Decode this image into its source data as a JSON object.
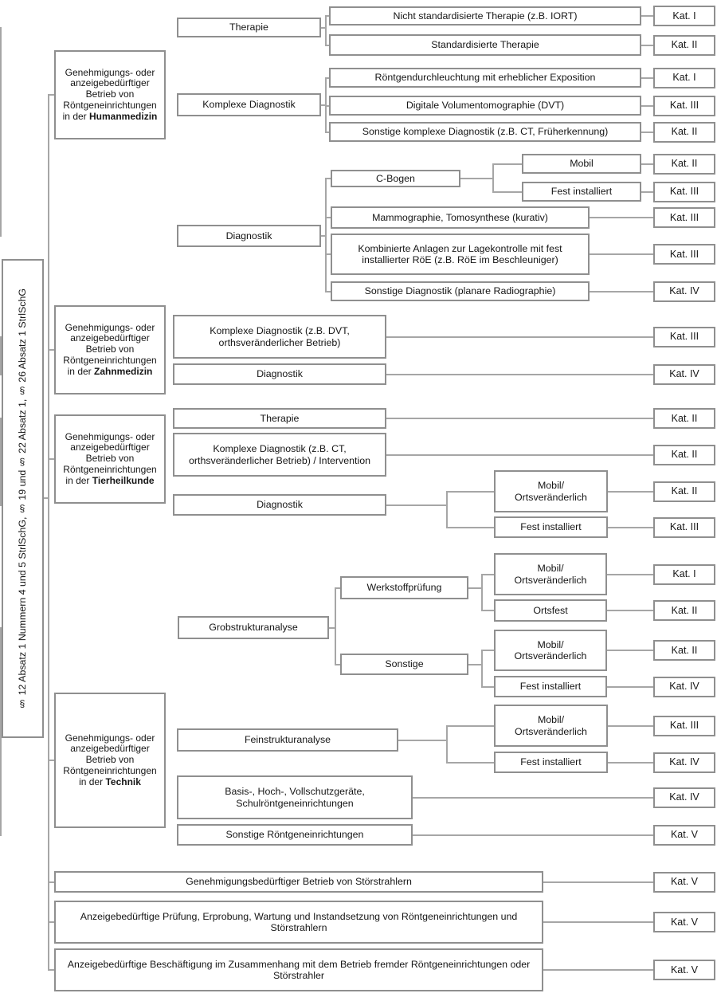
{
  "diagram": {
    "root_label": "§ 12 Absatz 1 Nummern 4 und 5 StrlSchG, § 19 und § 22 Absatz 1, § 26 Absatz 1 StrlSchG",
    "colors": {
      "box_border": "#8f8f8f",
      "connector_line": "#a6a6a6",
      "text": "#161616",
      "background": "#ffffff"
    },
    "groups": [
      {
        "id": "humanmedizin",
        "label_prefix": "Genehmigungs- oder anzeigebedürftiger Betrieb von Röntgeneinrichtungen in der",
        "label_bold": "Humanmedizin",
        "children": [
          {
            "id": "hm-therapie",
            "label": "Therapie",
            "children": [
              {
                "id": "hm-t1",
                "label": "Nicht standardisierte Therapie (z.B. IORT)",
                "kat": "Kat. I"
              },
              {
                "id": "hm-t2",
                "label": "Standardisierte Therapie",
                "kat": "Kat. II"
              }
            ]
          },
          {
            "id": "hm-komplexe",
            "label": "Komplexe Diagnostik",
            "children": [
              {
                "id": "hm-k1",
                "label": "Röntgendurchleuchtung mit erheblicher Exposition",
                "kat": "Kat. I"
              },
              {
                "id": "hm-k2",
                "label": "Digitale Volumentomographie (DVT)",
                "kat": "Kat. III"
              },
              {
                "id": "hm-k3",
                "label": "Sonstige komplexe Diagnostik (z.B. CT, Früherkennung)",
                "kat": "Kat. II"
              }
            ]
          },
          {
            "id": "hm-diagnostik",
            "label": "Diagnostik",
            "children": [
              {
                "id": "hm-d-cbogen",
                "label": "C-Bogen",
                "children": [
                  {
                    "id": "cb-mobil",
                    "label": "Mobil",
                    "kat": "Kat. II"
                  },
                  {
                    "id": "cb-fest",
                    "label": "Fest installiert",
                    "kat": "Kat. III"
                  }
                ]
              },
              {
                "id": "hm-d-mammo",
                "label": "Mammographie, Tomosynthese (kurativ)",
                "kat": "Kat. III"
              },
              {
                "id": "hm-d-kombi",
                "label": "Kombinierte Anlagen zur Lagekontrolle mit fest installierter RöE (z.B. RöE im Beschleuniger)",
                "kat": "Kat. III"
              },
              {
                "id": "hm-d-sonst",
                "label": "Sonstige Diagnostik (planare Radiographie)",
                "kat": "Kat. IV"
              }
            ]
          }
        ]
      },
      {
        "id": "zahnmedizin",
        "label_prefix": "Genehmigungs- oder anzeigebedürftiger Betrieb von Röntgeneinrichtungen in der",
        "label_bold": "Zahnmedizin",
        "children": [
          {
            "id": "zm-komplexe",
            "label": "Komplexe Diagnostik (z.B. DVT,\northsveränderlicher Betrieb)",
            "kat": "Kat. III"
          },
          {
            "id": "zm-diagnostik",
            "label": "Diagnostik",
            "kat": "Kat. IV"
          }
        ]
      },
      {
        "id": "tierheilkunde",
        "label_prefix": "Genehmigungs- oder anzeigebedürftiger Betrieb von Röntgeneinrichtungen in der",
        "label_bold": "Tierheilkunde",
        "children": [
          {
            "id": "th-therapie",
            "label": "Therapie",
            "kat": "Kat. II"
          },
          {
            "id": "th-komplexe",
            "label": "Komplexe Diagnostik (z.B. CT,\northsveränderlicher Betrieb) / Intervention",
            "kat": "Kat. II"
          },
          {
            "id": "th-diagnostik",
            "label": "Diagnostik",
            "children": [
              {
                "id": "th-d-mobil",
                "label": "Mobil/\nOrtsveränderlich",
                "kat": "Kat. II"
              },
              {
                "id": "th-d-fest",
                "label": "Fest installiert",
                "kat": "Kat. III"
              }
            ]
          }
        ]
      },
      {
        "id": "technik",
        "label_prefix": "Genehmigungs- oder anzeigebedürftiger Betrieb von Röntgeneinrichtungen in der",
        "label_bold": "Technik",
        "children": [
          {
            "id": "tk-grob",
            "label": "Grobstrukturanalyse",
            "children": [
              {
                "id": "grob-werkstoff",
                "label": "Werkstoffprüfung",
                "children": [
                  {
                    "id": "ws-mobil",
                    "label": "Mobil/\nOrtsveränderlich",
                    "kat": "Kat. I"
                  },
                  {
                    "id": "ws-ortsfest",
                    "label": "Ortsfest",
                    "kat": "Kat. II"
                  }
                ]
              },
              {
                "id": "grob-sonstige",
                "label": "Sonstige",
                "children": [
                  {
                    "id": "gs-mobil",
                    "label": "Mobil/\nOrtsveränderlich",
                    "kat": "Kat. II"
                  },
                  {
                    "id": "gs-fest",
                    "label": "Fest installiert",
                    "kat": "Kat. IV"
                  }
                ]
              }
            ]
          },
          {
            "id": "tk-fein",
            "label": "Feinstrukturanalyse",
            "children": [
              {
                "id": "fs-mobil",
                "label": "Mobil/\nOrtsveränderlich",
                "kat": "Kat. III"
              },
              {
                "id": "fs-fest",
                "label": "Fest installiert",
                "kat": "Kat. IV"
              }
            ]
          },
          {
            "id": "tk-basis",
            "label": "Basis-, Hoch-, Vollschutzgeräte, Schulröntgeneinrichtungen",
            "kat": "Kat. IV"
          },
          {
            "id": "tk-sonstige",
            "label": "Sonstige Röntgeneinrichtungen",
            "kat": "Kat. V"
          }
        ]
      },
      {
        "id": "row-stoer",
        "label": "Genehmigungsbedürftiger Betrieb von Störstrahlern",
        "kat": "Kat. V"
      },
      {
        "id": "row-pruef",
        "label": "Anzeigebedürftige Prüfung, Erprobung, Wartung und Instandsetzung von Röntgeneinrichtungen und Störstrahlern",
        "kat": "Kat. V"
      },
      {
        "id": "row-besch",
        "label": "Anzeigebedürftige Beschäftigung im Zusammenhang mit dem Betrieb fremder Röntgeneinrichtungen oder Störstrahler",
        "kat": "Kat. V"
      }
    ]
  }
}
